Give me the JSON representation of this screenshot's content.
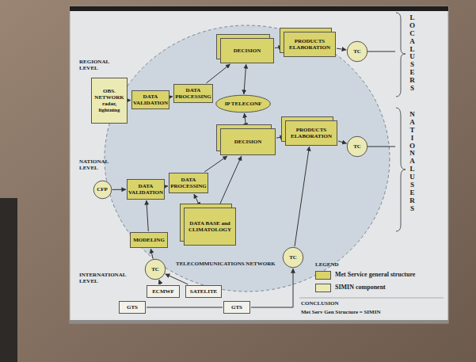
{
  "diagram": {
    "nodes": [
      {
        "text": [
          "OBS. NETWORK radar, lightning"
        ]
      },
      {
        "text": [
          "DATA VALIDATION"
        ]
      },
      {
        "text": [
          "DATA PROCESSING"
        ]
      },
      {
        "text": [
          "DECISION"
        ]
      },
      {
        "text": [
          "PRODUCTS ELABORATION"
        ]
      },
      {
        "text": [
          "TC"
        ]
      },
      {
        "text": [
          "IP TELECONF"
        ]
      },
      {
        "text": [
          "CFP"
        ]
      },
      {
        "text": [
          "DATA VALIDATION"
        ]
      },
      {
        "text": [
          "DATA PROCESSING"
        ]
      },
      {
        "text": [
          "DECISION"
        ]
      },
      {
        "text": [
          "PRODUCTS ELABORATION"
        ]
      },
      {
        "text": [
          "TC"
        ]
      },
      {
        "text": [
          "MODELING"
        ]
      },
      {
        "text": [
          "DATA BASE and CLIMATOLOGY"
        ]
      },
      {
        "text": [
          "TC"
        ]
      },
      {
        "text": [
          "TC"
        ]
      },
      {
        "text": [
          "ECMWF"
        ]
      },
      {
        "text": [
          "SATELITE"
        ]
      },
      {
        "text": [
          "GTS"
        ]
      },
      {
        "text": [
          "GTS"
        ]
      }
    ],
    "edges": [
      {
        "from": 0,
        "to": 1,
        "arrow": "to"
      },
      {
        "from": 1,
        "to": 2,
        "arrow": "to"
      },
      {
        "from": 2,
        "to": 3,
        "arrow": "to"
      },
      {
        "from": 3,
        "to": 4,
        "arrow": "to"
      },
      {
        "from": 4,
        "to": 5,
        "arrow": "to"
      },
      {
        "from": 3,
        "to": 6,
        "arrow": "both"
      },
      {
        "from": 6,
        "to": 10,
        "arrow": "both"
      },
      {
        "from": 7,
        "to": 8,
        "arrow": "to"
      },
      {
        "from": 8,
        "to": 9,
        "arrow": "to"
      },
      {
        "from": 9,
        "to": 10,
        "arrow": "to"
      },
      {
        "from": 10,
        "to": 11,
        "arrow": "to"
      },
      {
        "from": 11,
        "to": 12,
        "arrow": "to"
      },
      {
        "from": 13,
        "to": 8,
        "arrow": "to"
      },
      {
        "from": 14,
        "to": 9,
        "arrow": "both"
      },
      {
        "from": 14,
        "to": 10,
        "arrow": "to"
      },
      {
        "from": 15,
        "to": 13,
        "arrow": "to"
      },
      {
        "from": 17,
        "to": 15,
        "arrow": "to"
      },
      {
        "from": 18,
        "to": 15,
        "arrow": "to"
      },
      {
        "from": 19,
        "to": 20,
        "arrow": "none"
      },
      {
        "from": 20,
        "to": 16,
        "arrow": "to"
      },
      {
        "from": 16,
        "to": 11,
        "arrow": "to"
      }
    ],
    "labels": [
      "REGIONAL LEVEL",
      "NATIONAL LEVEL",
      "INTERNATIONAL LEVEL",
      "TELECOMMUNICATIONS NETWORK",
      "LEGEND",
      "CONCLUSION",
      "Met Serv Gen Structure = SIMIN",
      "LOCAL USERS",
      "NATIONAL USERS"
    ],
    "legend": [
      {
        "text": "Met Service general structure",
        "color": "#d9d36b"
      },
      {
        "text": "SIMIN component",
        "color": "#eceab4"
      }
    ]
  }
}
